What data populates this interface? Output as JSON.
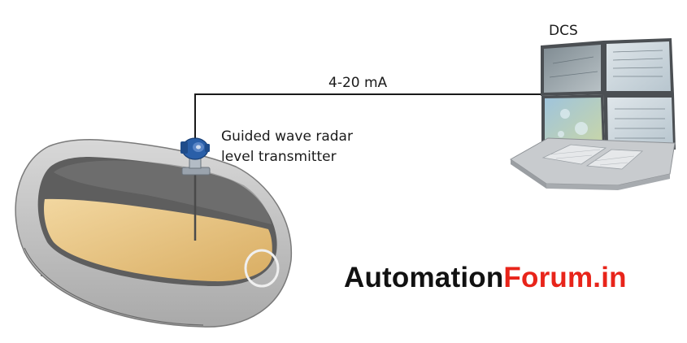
{
  "labels": {
    "dcs": "DCS",
    "signal": "4-20 mA",
    "transmitter_line1": "Guided wave radar",
    "transmitter_line2": "level transmitter"
  },
  "brand": {
    "part1": "Automation",
    "part2": "Forum.in"
  },
  "colors": {
    "tank_shell": "#c9c9c9",
    "tank_inner_dark": "#5c5c5c",
    "liquid": "#e8c98f",
    "transmitter": "#2a5fa8",
    "brand_black": "#111111",
    "brand_red": "#e8241a"
  }
}
